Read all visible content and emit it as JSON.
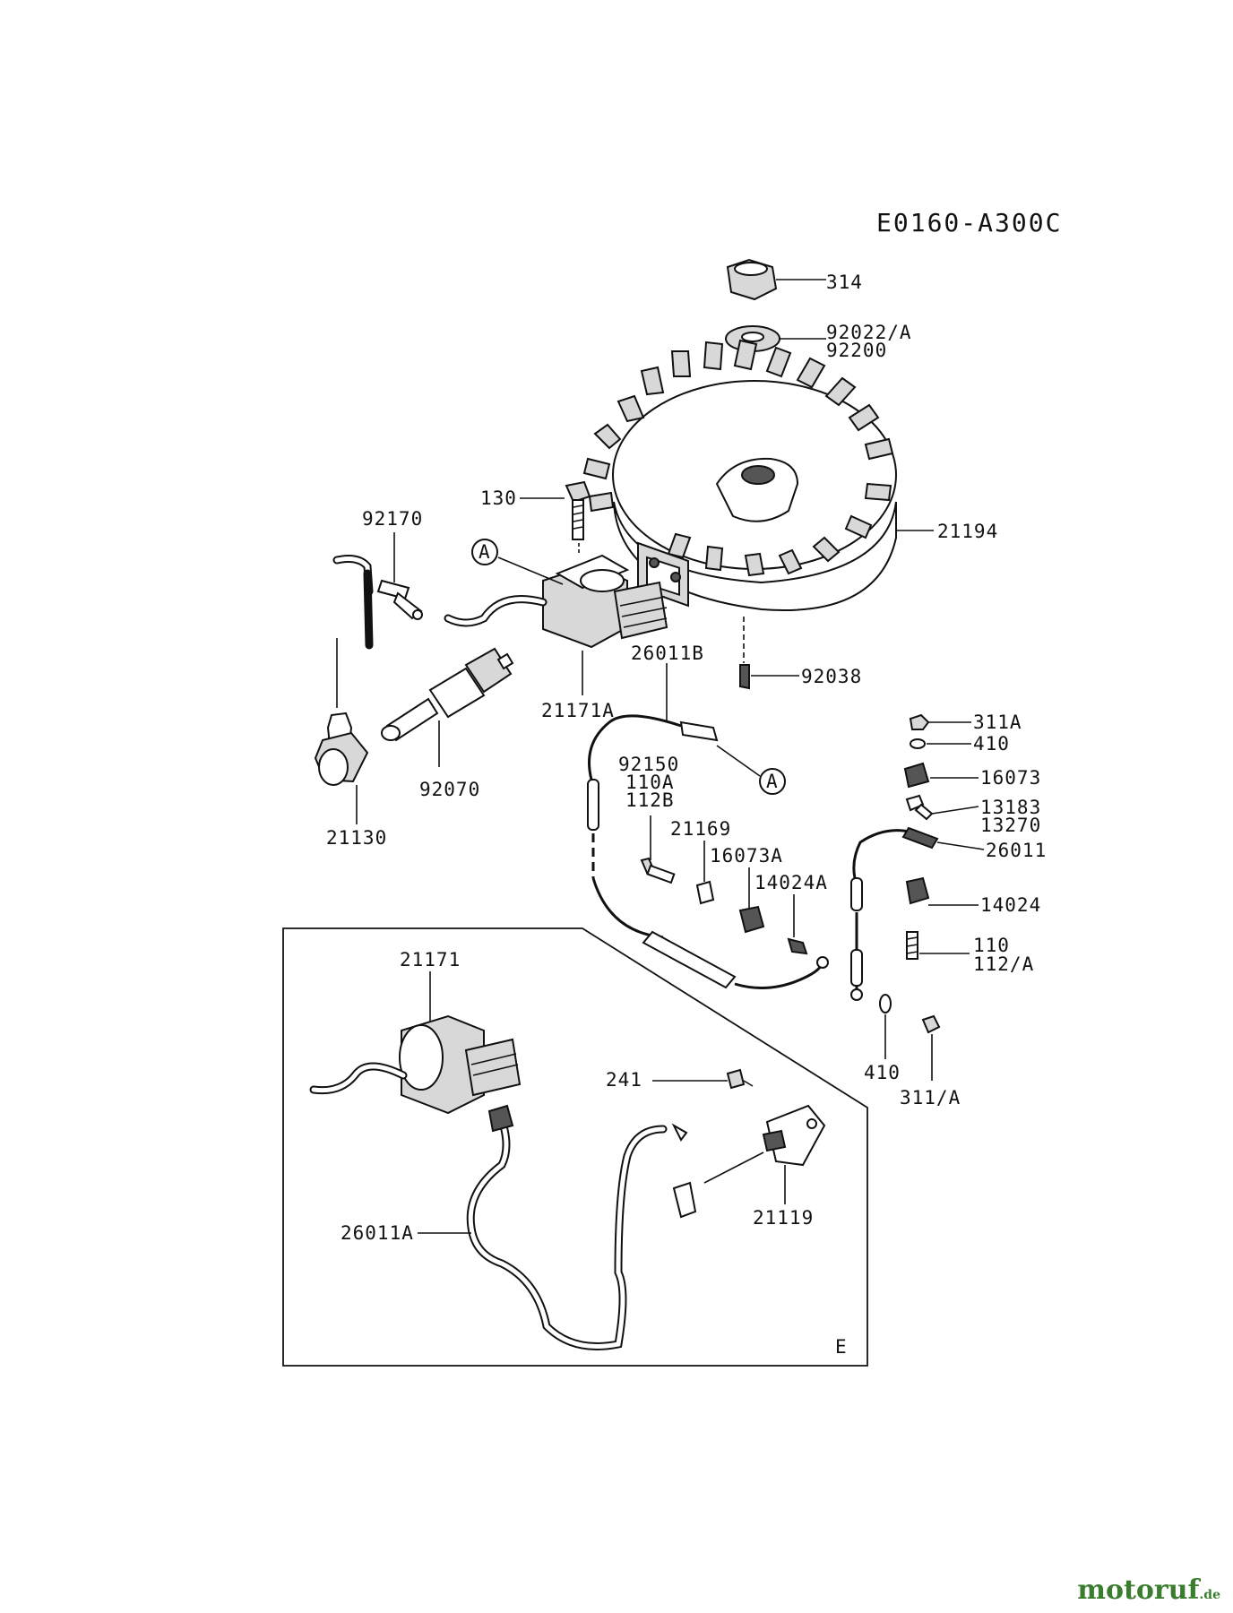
{
  "diagram_code": "E0160-A300C",
  "callouts": [
    "314",
    "92022/A",
    "92200",
    "21194",
    "130",
    "92170",
    "21171A",
    "92038",
    "26011B",
    "92070",
    "21130",
    "92150",
    "110A",
    "112B",
    "21169",
    "16073A",
    "14024A",
    "311A",
    "410",
    "16073",
    "13183",
    "13270",
    "26011",
    "14024",
    "110",
    "112/A",
    "410",
    "311/A",
    "21171",
    "241",
    "26011A",
    "21119"
  ],
  "refs": {
    "a_marker": "A",
    "section_e": "E"
  },
  "watermark": {
    "brand": "motoruf",
    "tld": ".de"
  }
}
